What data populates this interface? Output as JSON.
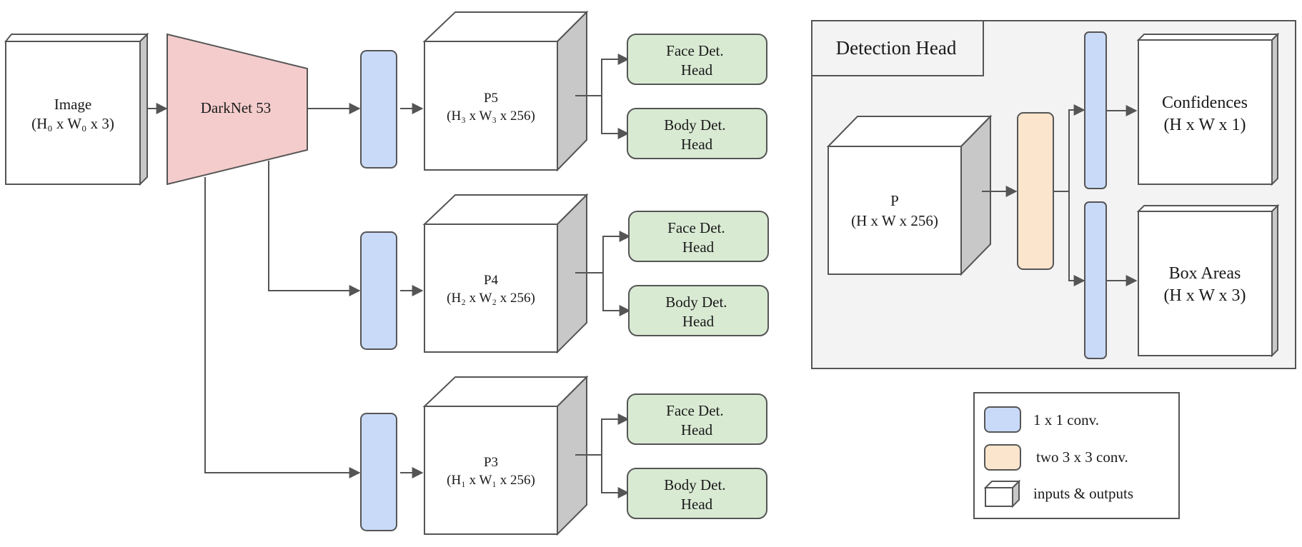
{
  "input": {
    "title": "Image",
    "dims": "(H₀ x W₀ x 3)"
  },
  "backbone": {
    "label": "DarkNet 53"
  },
  "levels": [
    {
      "name": "P5",
      "dims": "(H₃ x W₃ x 256)",
      "face_head": "Face Det.|Head",
      "body_head": "Body Det.|Head"
    },
    {
      "name": "P4",
      "dims": "(H₂ x W₂ x 256)",
      "face_head": "Face Det.|Head",
      "body_head": "Body Det.|Head"
    },
    {
      "name": "P3",
      "dims": "(H₁ x W₁ x 256)",
      "face_head": "Face Det.|Head",
      "body_head": "Body Det.|Head"
    }
  ],
  "detection_head": {
    "title": "Detection Head",
    "input_name": "P",
    "input_dims": "(H x W x 256)",
    "outputs": [
      {
        "name": "Confidences",
        "dims": "(H x W x 1)"
      },
      {
        "name": "Box Areas",
        "dims": "(H x W x 3)"
      }
    ]
  },
  "legend": {
    "items": [
      {
        "label": "1 x 1 conv.",
        "swatch": "conv1x1"
      },
      {
        "label": "two 3 x 3 conv.",
        "swatch": "conv3x3"
      },
      {
        "label": "inputs & outputs",
        "swatch": "cube"
      }
    ]
  },
  "colors": {
    "conv1x1": "#c9daf8",
    "conv3x3": "#fce5cd",
    "det_head": "#d9ead3",
    "backbone": "#f4cccc",
    "cube_side": "#c8c8c8",
    "panel": "#f3f3f3"
  }
}
